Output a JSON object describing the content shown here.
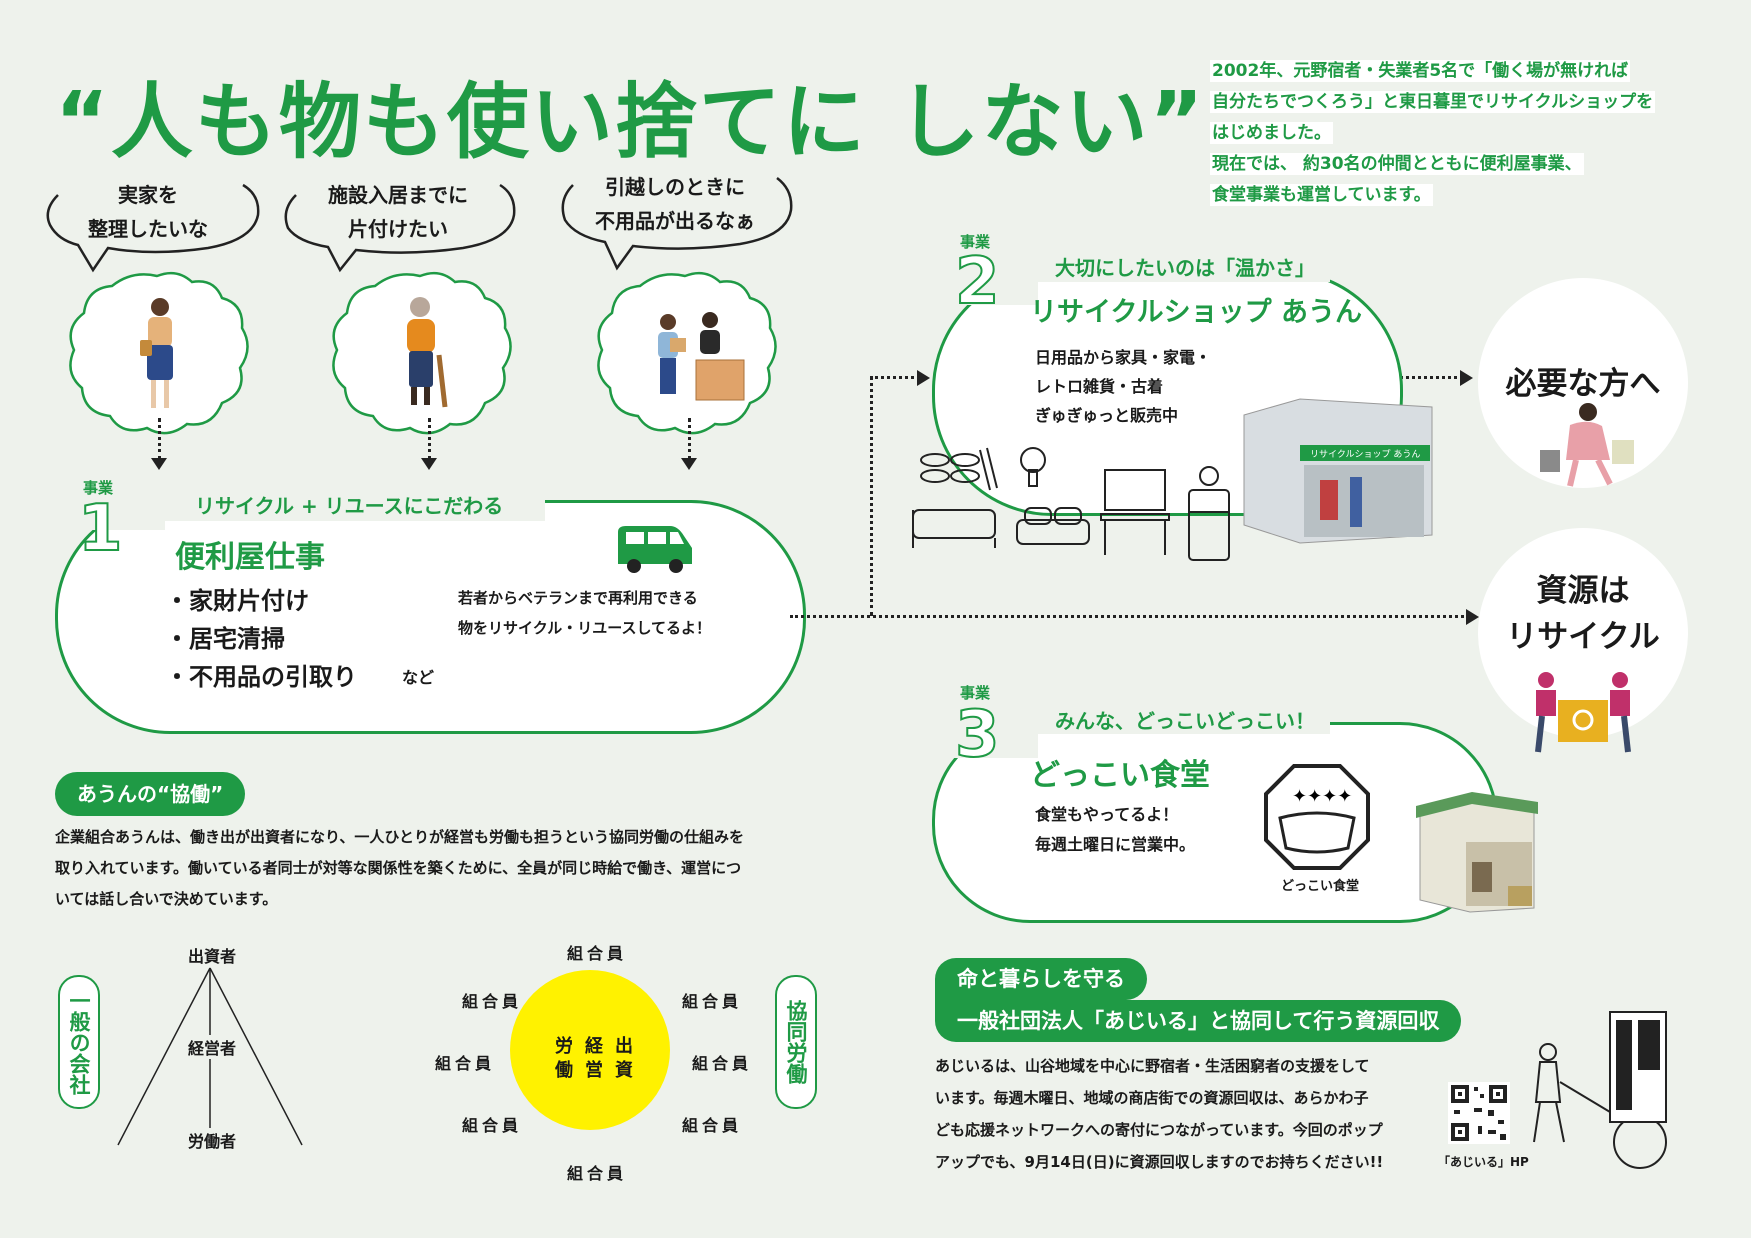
{
  "headline": "“人も物も使い捨てに しない”",
  "intro": [
    "2002年、元野宿者・失業者5名で「働く場が無ければ",
    "自分たちでつくろう」と東日暮里でリサイクルショップを",
    "はじめました。",
    "現在では、 約30名の仲間とともに便利屋事業、",
    "食堂事業も運営しています。"
  ],
  "bubbles": [
    {
      "line1": "実家を",
      "line2": "整理したいな"
    },
    {
      "line1": "施設入居までに",
      "line2": "片付けたい"
    },
    {
      "line1": "引越しのときに",
      "line2": "不用品が出るなぁ"
    }
  ],
  "biz_label": "事業",
  "biz1": {
    "num": "1",
    "sub": "リサイクル + リユースにこだわる",
    "title": "便利屋仕事",
    "items": [
      "・家財片付け",
      "・居宅清掃",
      "・不用品の引取り"
    ],
    "etc": "など",
    "note1": "若者からベテランまで再利用できる",
    "note2": "物をリサイクル・リユースしてるよ！"
  },
  "biz2": {
    "num": "2",
    "sub": "大切にしたいのは「温かさ」",
    "title": "リサイクルショップ あうん",
    "desc": [
      "日用品から家具・家電・",
      "レトロ雑貨・古着",
      "ぎゅぎゅっと販売中"
    ],
    "shop_sign": "リサイクルショップ あうん"
  },
  "biz3": {
    "num": "3",
    "sub": "みんな、どっこいどっこい！",
    "title": "どっこい食堂",
    "desc": [
      "食堂もやってるよ！",
      "毎週土曜日に営業中。"
    ],
    "logo_text": "どっこい食堂"
  },
  "circles": {
    "need": "必要な方へ",
    "resource1": "資源は",
    "resource2": "リサイクル"
  },
  "kyodo": {
    "tag": "あうんの“協働”",
    "text": [
      "企業組合あうんは、働き出が出資者になり、一人ひとりが経営も労働も担うという協同労働の仕組みを",
      "取り入れています。働いている者同士が対等な関係性を築くために、全員が同じ時給で働き、運営につ",
      "いては話し合いで決めています。"
    ]
  },
  "diagram": {
    "left_label": "一般の会社",
    "right_label": "協同労働",
    "top": "出資者",
    "mid": "経営者",
    "bottom": "労働者",
    "member": "組合員",
    "center": [
      "労",
      "経",
      "出",
      "働",
      "営",
      "資"
    ]
  },
  "ajiiru": {
    "tag1": "命と暮らしを守る",
    "tag2": "一般社団法人「あじいる」と協同して行う資源回収",
    "text": [
      "あじいるは、山谷地域を中心に野宿者・生活困窮者の支援をして",
      "います。毎週木曜日、地域の商店街での資源回収は、あらかわ子",
      "ども応援ネットワークへの寄付につながっています。今回のポップ",
      "アップでも、9月14日(日)に資源回収しますのでお持ちください!!"
    ],
    "qr_caption": "「あじいる」HP"
  },
  "colors": {
    "green": "#1f9a45",
    "yellow": "#fff200",
    "bg": "#eef2ec"
  }
}
